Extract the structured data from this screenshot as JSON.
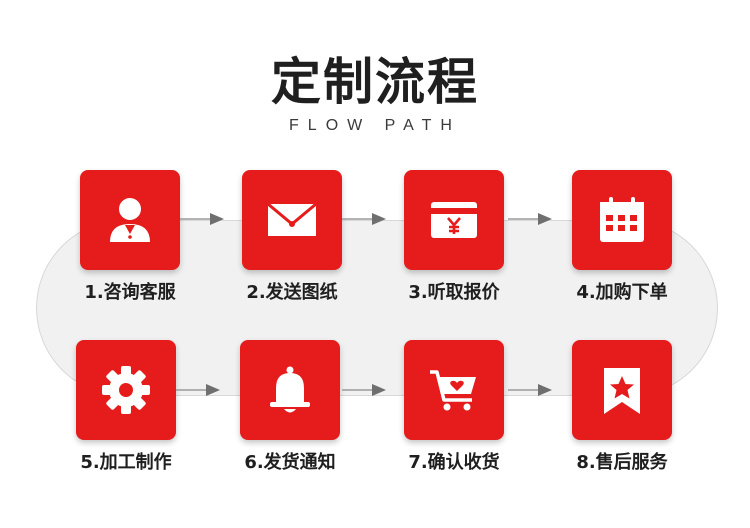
{
  "header": {
    "title": "定制流程",
    "subtitle": "FLOW PATH"
  },
  "steps": [
    {
      "label": "1.咨询客服",
      "icon": "customer-service-icon"
    },
    {
      "label": "2.发送图纸",
      "icon": "envelope-icon"
    },
    {
      "label": "3.听取报价",
      "icon": "yen-card-icon"
    },
    {
      "label": "4.加购下单",
      "icon": "calendar-icon"
    },
    {
      "label": "5.加工制作",
      "icon": "gear-icon"
    },
    {
      "label": "6.发货通知",
      "icon": "bell-icon"
    },
    {
      "label": "7.确认收货",
      "icon": "shopping-cart-heart-icon"
    },
    {
      "label": "8.售后服务",
      "icon": "star-badge-icon"
    }
  ],
  "colors": {
    "accent": "#e61c1c",
    "track": "#f1f1f1",
    "arrow": "#7a7a7a"
  }
}
